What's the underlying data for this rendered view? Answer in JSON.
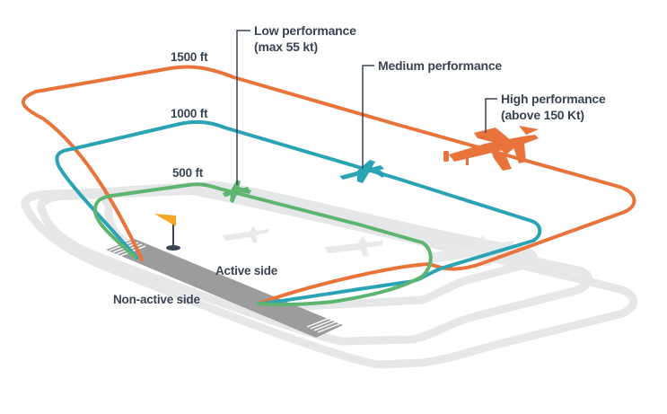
{
  "colors": {
    "orange": "#e8743b",
    "teal": "#2aa3b5",
    "green": "#5db570",
    "shadow": "#e4e5e7",
    "runway": "#9c9c9c",
    "text": "#3a4452",
    "flag": "#f5a623"
  },
  "altitude_labels": {
    "high": "1500 ft",
    "medium": "1000 ft",
    "low": "500 ft"
  },
  "callouts": {
    "low": [
      "Low performance",
      "(max 55 kt)"
    ],
    "medium": [
      "Medium performance"
    ],
    "high": [
      "High performance",
      "(above 150 Kt)"
    ]
  },
  "runway_labels": {
    "active": "Active side",
    "non_active": "Non-active side"
  },
  "icons": {
    "low_aircraft": "small-plane-icon",
    "medium_aircraft": "jet-plane-icon",
    "high_aircraft": "turboprop-plane-icon",
    "windsock": "windsock-flag-icon"
  }
}
